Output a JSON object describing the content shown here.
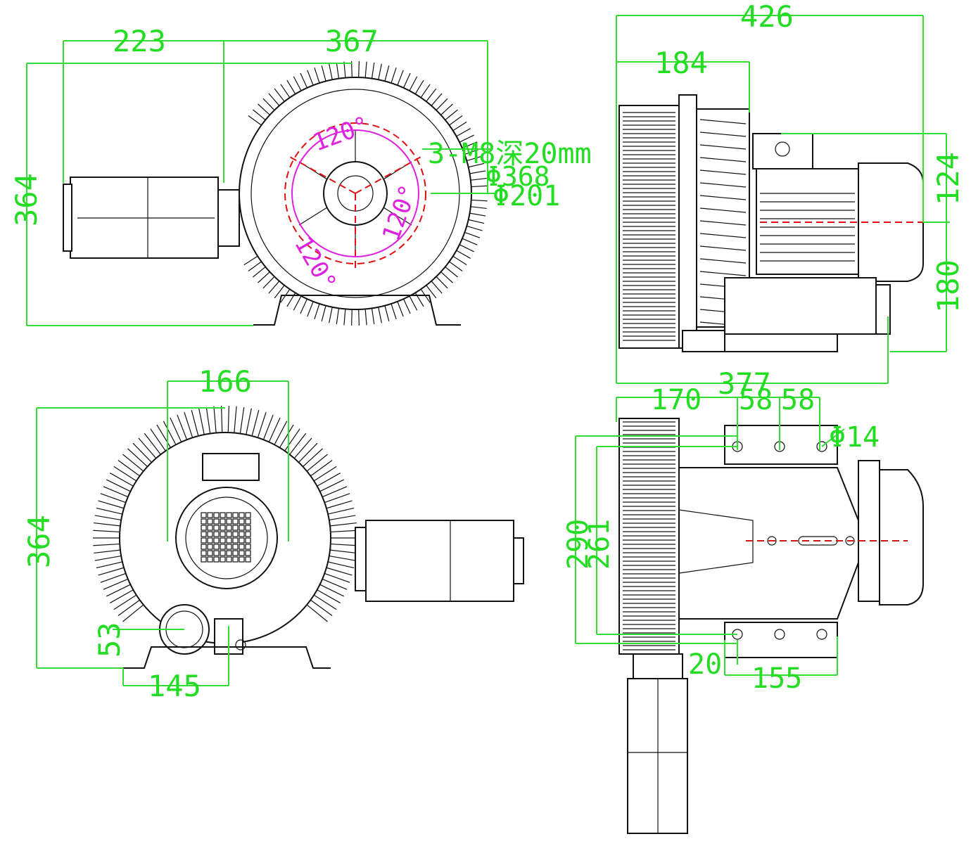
{
  "views": {
    "front": {
      "dims": [
        "223",
        "367",
        "364"
      ],
      "notes": [
        "3-M8深20mm",
        "Φ368",
        "Φ201"
      ],
      "angles": [
        "120°",
        "120°",
        "120°"
      ]
    },
    "side": {
      "dims": [
        "426",
        "184",
        "124",
        "180",
        "377"
      ]
    },
    "rear": {
      "dims": [
        "166",
        "364",
        "53",
        "145"
      ]
    },
    "bottom": {
      "dims": [
        "170",
        "58",
        "58",
        "Φ14",
        "290",
        "261",
        "20",
        "155"
      ]
    }
  },
  "colors": {
    "dimension": "#33dd33",
    "outline": "#111111",
    "centerline": "#e01010",
    "angle": "#e020e0"
  }
}
